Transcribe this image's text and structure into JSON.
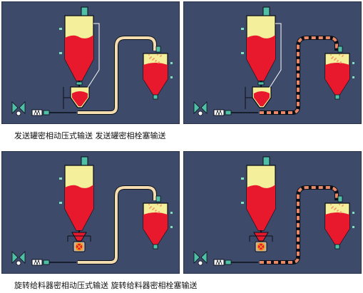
{
  "captions": {
    "top": "发送罐密相动压式输送 发送罐密相栓塞输送",
    "bottom": "旋转给料器密相动压式输送 旋转给料器密相栓塞输送"
  },
  "panels": [
    {
      "feeder": "blow-tank",
      "flow": "dynamic"
    },
    {
      "feeder": "blow-tank",
      "flow": "plug"
    },
    {
      "feeder": "rotary-valve",
      "flow": "dynamic"
    },
    {
      "feeder": "rotary-valve",
      "flow": "plug"
    }
  ],
  "colors": {
    "background": "#3d4a6a",
    "material": "#e8192c",
    "empty_silo": "#f3ef9a",
    "pipe": "#f3ddb0",
    "pipe_plug": "#e88a6a",
    "blower": "#4fbfa6",
    "line": "#0b0f18"
  },
  "icons": [
    "blower-icon",
    "filter-icon",
    "rotary-valve-icon",
    "motor-icon"
  ]
}
